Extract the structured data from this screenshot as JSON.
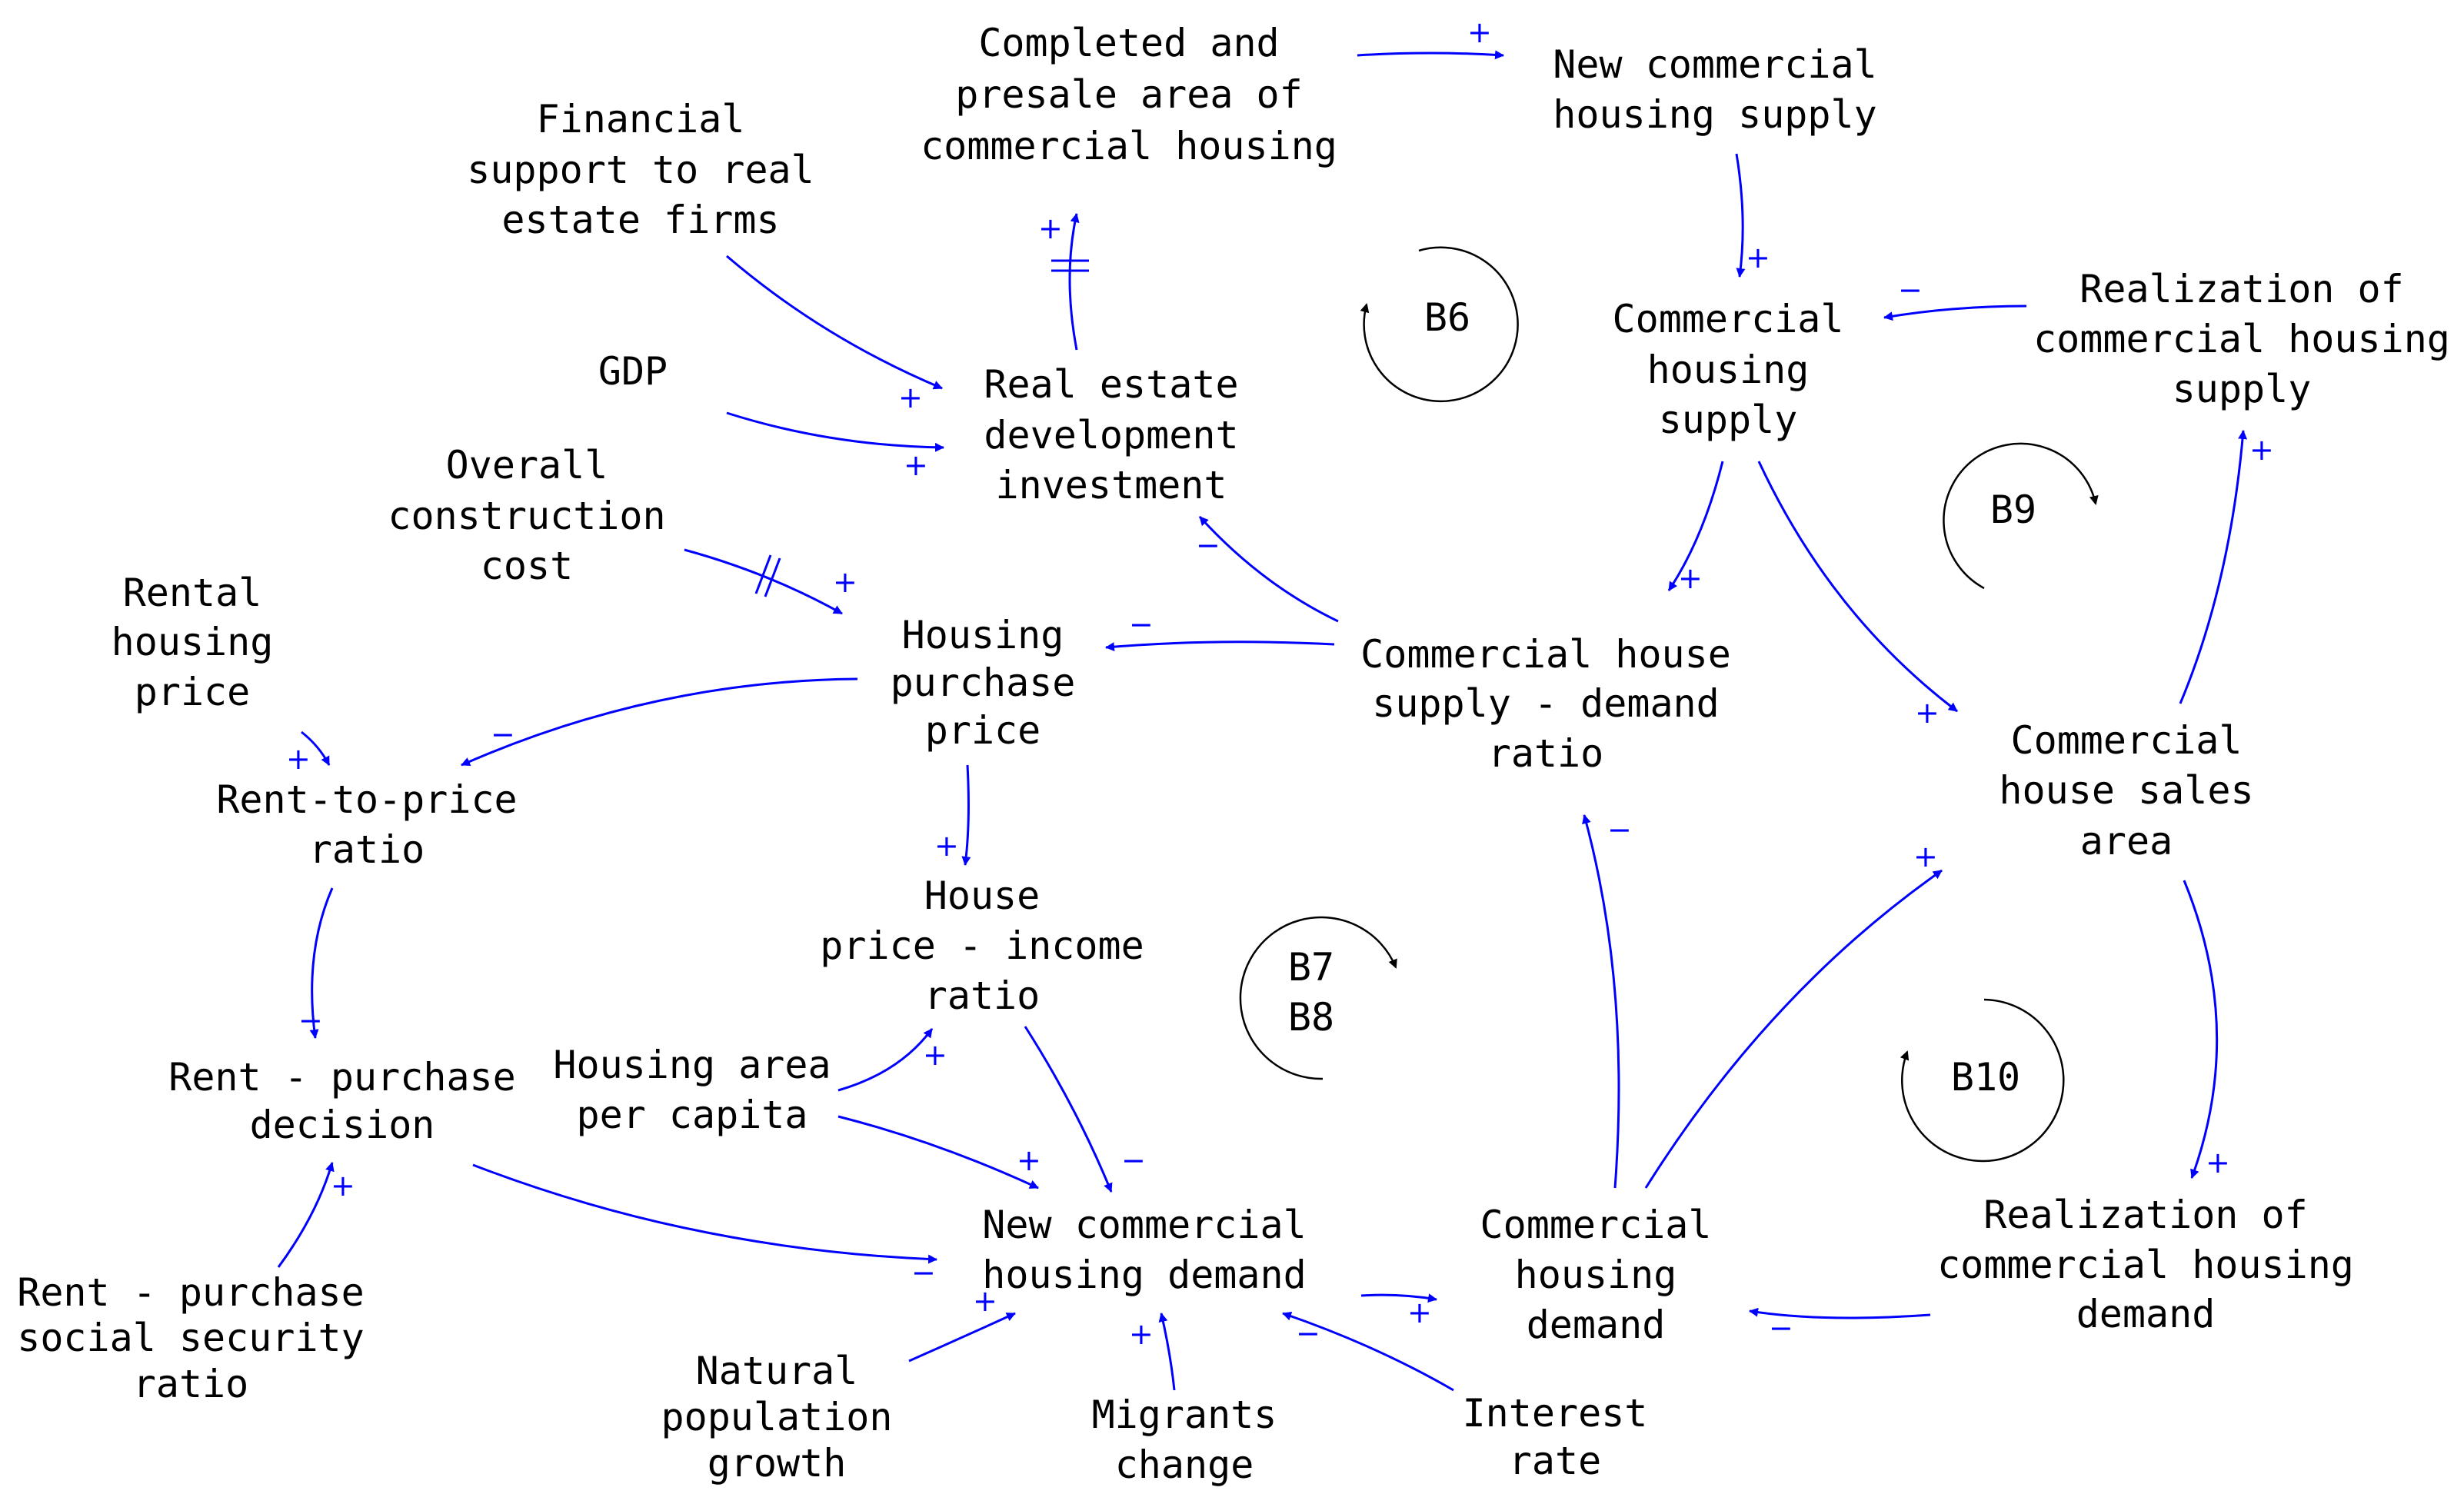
{
  "nodes": {
    "completed_presale": [
      "Completed and",
      "presale area of",
      "commercial housing"
    ],
    "new_supply": [
      "New commercial",
      "housing supply"
    ],
    "financial_support": [
      "Financial",
      "support to real",
      "estate firms"
    ],
    "gdp": [
      "GDP"
    ],
    "real_estate_investment": [
      "Real estate",
      "development",
      "investment"
    ],
    "commercial_supply": [
      "Commercial",
      "housing",
      "supply"
    ],
    "realization_supply": [
      "Realization of",
      "commercial housing",
      "supply"
    ],
    "construction_cost": [
      "Overall",
      "construction",
      "cost"
    ],
    "housing_price": [
      "Housing",
      "purchase",
      "price"
    ],
    "supply_demand_ratio": [
      "Commercial house",
      "supply - demand",
      "ratio"
    ],
    "rental_price": [
      "Rental",
      "housing",
      "price"
    ],
    "rent_to_price": [
      "Rent-to-price",
      "ratio"
    ],
    "price_income": [
      "House",
      "price - income",
      "ratio"
    ],
    "sales_area": [
      "Commercial",
      "house sales",
      "area"
    ],
    "rent_purchase_decision": [
      "Rent - purchase",
      "decision"
    ],
    "housing_area": [
      "Housing area",
      "per capita"
    ],
    "new_demand": [
      "New commercial",
      "housing demand"
    ],
    "commercial_demand": [
      "Commercial",
      "housing",
      "demand"
    ],
    "realization_demand": [
      "Realization of",
      "commercial housing",
      "demand"
    ],
    "social_security": [
      "Rent - purchase",
      "social security",
      "ratio"
    ],
    "population_growth": [
      "Natural",
      "population",
      "growth"
    ],
    "migrants": [
      "Migrants",
      "change"
    ],
    "interest_rate": [
      "Interest",
      "rate"
    ]
  },
  "loops": {
    "b6": [
      "B6"
    ],
    "b9": [
      "B9"
    ],
    "b78": [
      "B7",
      "B8"
    ],
    "b10": [
      "B10"
    ]
  },
  "links": [
    {
      "from": "completed_presale",
      "to": "new_supply",
      "polarity": "+"
    },
    {
      "from": "new_supply",
      "to": "commercial_supply",
      "polarity": "+"
    },
    {
      "from": "financial_support",
      "to": "real_estate_investment",
      "polarity": "+"
    },
    {
      "from": "gdp",
      "to": "real_estate_investment",
      "polarity": "+"
    },
    {
      "from": "real_estate_investment",
      "to": "completed_presale",
      "polarity": "+",
      "delay": true
    },
    {
      "from": "realization_supply",
      "to": "commercial_supply",
      "polarity": "−"
    },
    {
      "from": "construction_cost",
      "to": "housing_price",
      "polarity": "+",
      "delay": true
    },
    {
      "from": "supply_demand_ratio",
      "to": "real_estate_investment",
      "polarity": "−"
    },
    {
      "from": "supply_demand_ratio",
      "to": "housing_price",
      "polarity": "−"
    },
    {
      "from": "commercial_supply",
      "to": "supply_demand_ratio",
      "polarity": "+"
    },
    {
      "from": "commercial_supply",
      "to": "sales_area",
      "polarity": "+"
    },
    {
      "from": "sales_area",
      "to": "realization_supply",
      "polarity": "+"
    },
    {
      "from": "housing_price",
      "to": "rent_to_price",
      "polarity": "−"
    },
    {
      "from": "rental_price",
      "to": "rent_to_price",
      "polarity": "+"
    },
    {
      "from": "housing_price",
      "to": "price_income",
      "polarity": "+"
    },
    {
      "from": "rent_to_price",
      "to": "rent_purchase_decision",
      "polarity": "−"
    },
    {
      "from": "housing_area",
      "to": "price_income",
      "polarity": "+"
    },
    {
      "from": "housing_area",
      "to": "new_demand",
      "polarity": "+"
    },
    {
      "from": "price_income",
      "to": "new_demand",
      "polarity": "−"
    },
    {
      "from": "rent_purchase_decision",
      "to": "new_demand",
      "polarity": "−"
    },
    {
      "from": "social_security",
      "to": "rent_purchase_decision",
      "polarity": "+"
    },
    {
      "from": "population_growth",
      "to": "new_demand",
      "polarity": "+"
    },
    {
      "from": "migrants",
      "to": "new_demand",
      "polarity": "+"
    },
    {
      "from": "interest_rate",
      "to": "new_demand",
      "polarity": "−"
    },
    {
      "from": "new_demand",
      "to": "commercial_demand",
      "polarity": "+"
    },
    {
      "from": "commercial_demand",
      "to": "supply_demand_ratio",
      "polarity": "−"
    },
    {
      "from": "commercial_demand",
      "to": "sales_area",
      "polarity": "+"
    },
    {
      "from": "sales_area",
      "to": "realization_demand",
      "polarity": "+"
    },
    {
      "from": "realization_demand",
      "to": "commercial_demand",
      "polarity": "−"
    }
  ],
  "colors": {
    "link": "#0000ff",
    "text": "#000000",
    "loop": "#000000"
  }
}
